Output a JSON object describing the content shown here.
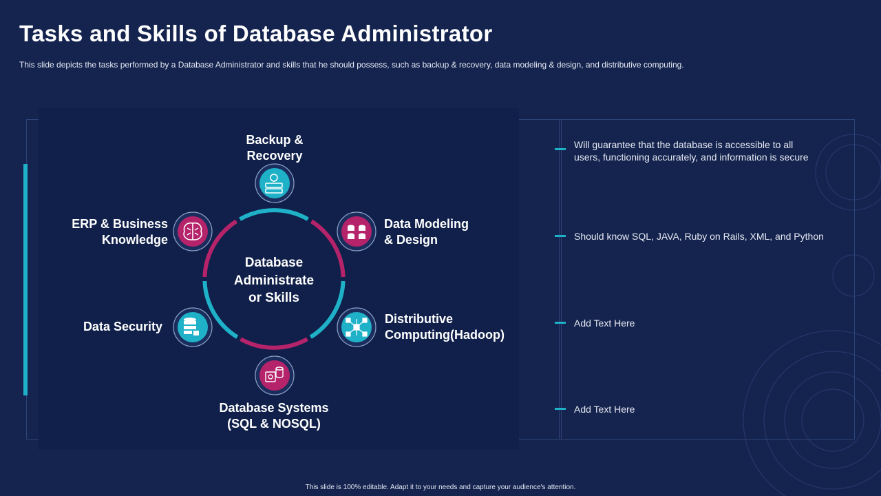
{
  "slide": {
    "title": "Tasks and Skills of Database Administrator",
    "subtitle": "This slide depicts the tasks performed  by a Database Administrator and skills that he should possess, such as backup & recovery,  data modeling & design, and distributive computing.",
    "footer": "This slide is 100% editable.  Adapt it to your needs and capture your audience's attention."
  },
  "diagram": {
    "center_lines": [
      "Database",
      "Administrate",
      "or Skills"
    ],
    "nodes": [
      {
        "id": "backup",
        "lines": [
          "Backup &",
          "Recovery"
        ],
        "icon": "server-backup-icon",
        "color": "#1fb1c8"
      },
      {
        "id": "modeling",
        "lines": [
          "Data Modeling",
          "& Design"
        ],
        "icon": "database-stack-icon",
        "color": "#b5236a"
      },
      {
        "id": "distributive",
        "lines": [
          "Distributive",
          "Computing(Hadoop)"
        ],
        "icon": "network-nodes-icon",
        "color": "#1fb1c8"
      },
      {
        "id": "systems",
        "lines": [
          "Database Systems",
          "(SQL & NOSQL)"
        ],
        "icon": "database-server-icon",
        "color": "#b5236a"
      },
      {
        "id": "security",
        "lines": [
          "Data Security"
        ],
        "icon": "database-lock-icon",
        "color": "#1fb1c8"
      },
      {
        "id": "erp",
        "lines": [
          "ERP & Business",
          "Knowledge"
        ],
        "icon": "brain-icon",
        "color": "#b5236a"
      }
    ]
  },
  "notes": [
    {
      "lines": [
        "Will guarantee that the database is accessible to all",
        "users, functioning accurately, and information is secure"
      ]
    },
    {
      "lines": [
        "Should know SQL, JAVA,  Ruby on Rails, XML, and Python"
      ]
    },
    {
      "lines": [
        "Add Text Here"
      ]
    },
    {
      "lines": [
        "Add Text Here"
      ]
    }
  ],
  "colors": {
    "background": "#15244f",
    "panel": "#10204a",
    "teal": "#1fb1c8",
    "magenta": "#b5236a"
  }
}
